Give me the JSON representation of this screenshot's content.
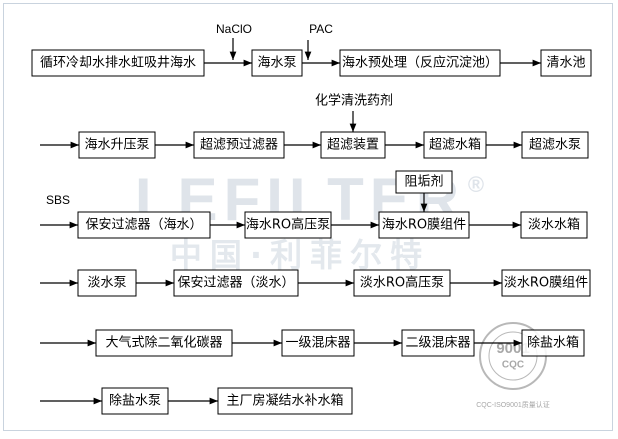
{
  "watermark": {
    "brand": "LEFILTER",
    "registered": "®",
    "chinese": "中国·利菲尔特"
  },
  "seal": {
    "cqc": "CQC",
    "iso": "9001",
    "caption": "CQC-ISO9001质量认证"
  },
  "chemicals": {
    "naclo": "NaClO",
    "pac": "PAC",
    "cleaning": "化学清洗药剂",
    "antiscalant": "阻垢剂",
    "sbs": "SBS"
  },
  "rows": [
    [
      "循环冷却水排水虹吸井海水",
      "海水泵",
      "海水预处理（反应沉淀池）",
      "清水池"
    ],
    [
      "海水升压泵",
      "超滤预过滤器",
      "超滤装置",
      "超滤水箱",
      "超滤水泵"
    ],
    [
      "保安过滤器（海水）",
      "海水RO高压泵",
      "海水RO膜组件",
      "淡水水箱"
    ],
    [
      "淡水泵",
      "保安过滤器（淡水）",
      "淡水RO高压泵",
      "淡水RO膜组件"
    ],
    [
      "大气式除二氧化碳器",
      "一级混床器",
      "二级混床器",
      "除盐水箱"
    ],
    [
      "除盐水泵",
      "主厂房凝结水补水箱"
    ]
  ]
}
